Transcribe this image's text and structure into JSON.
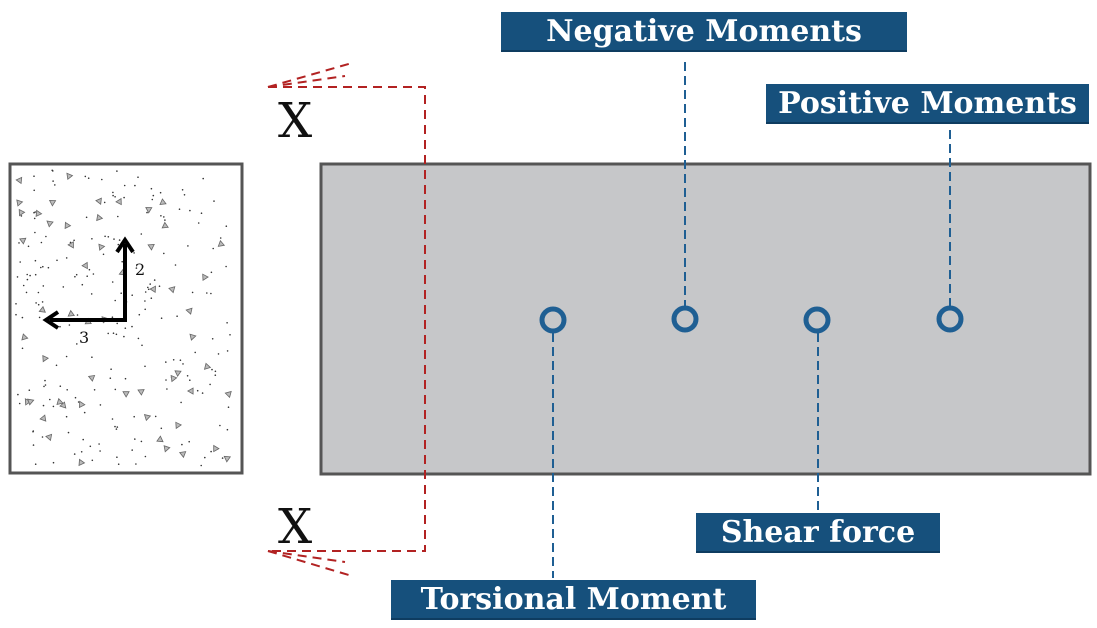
{
  "labels": {
    "negative_moments": "Negative Moments",
    "positive_moments": "Positive Moments",
    "shear_force": "Shear force",
    "torsional_moment": "Torsional Moment"
  },
  "section_cut": {
    "top_letter": "X",
    "bottom_letter": "X"
  },
  "axes": {
    "vertical_axis": "2",
    "horizontal_axis": "3"
  },
  "colors": {
    "label_fill": "#16507c",
    "label_text": "#ffffff",
    "marker": "#1f5f93",
    "section_line": "#b22222",
    "beam_fill": "#c6c7c9",
    "beam_border": "#555555"
  }
}
